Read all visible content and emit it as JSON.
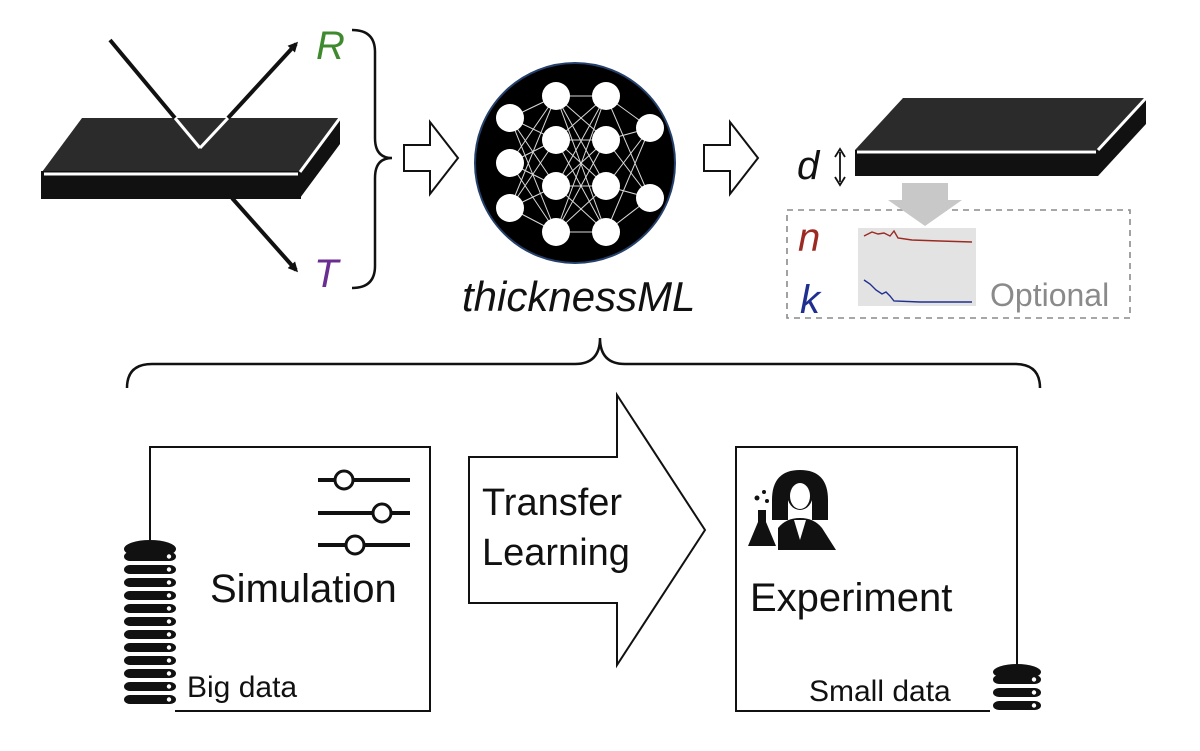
{
  "labels": {
    "reflect": "R",
    "transmit": "T",
    "model": "thicknessML",
    "thickness": "d",
    "refractive_n": "n",
    "extinction_k": "k",
    "optional": "Optional",
    "transfer": [
      "Transfer",
      "Learning"
    ],
    "simulation": "Simulation",
    "big_data": "Big data",
    "experiment": "Experiment",
    "small_data": "Small data"
  },
  "colors": {
    "reflect": "#3f8a2e",
    "transmit": "#6a2d91",
    "n_curve": "#9b2a22",
    "k_curve": "#1f2f8f",
    "optional": "#8a8a8a",
    "slab": "#2b2b2b",
    "outline": "#111111",
    "arrow_gray": "#c8c8c8",
    "curve_bg": "#e3e3e3"
  },
  "icons": {
    "sliders": "sliders-icon",
    "scientist": "scientist-icon",
    "database": "database-icon",
    "network": "neural-network-icon"
  }
}
